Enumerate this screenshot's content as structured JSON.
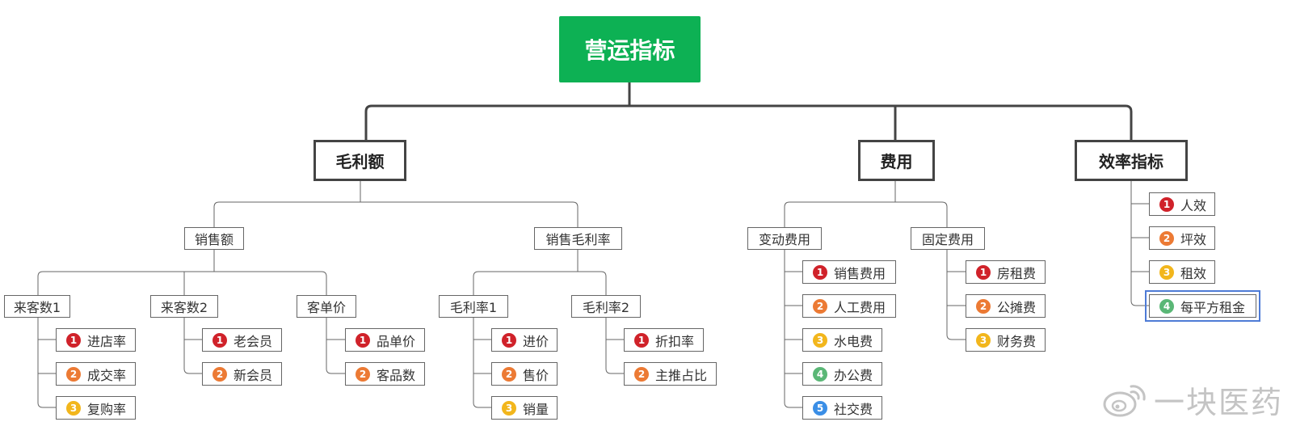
{
  "colors": {
    "root_bg": "#0db154",
    "line_main": "#444444",
    "line_sub": "#666666",
    "badge_1": "#d0222a",
    "badge_2": "#ec7a34",
    "badge_3": "#f2b61c",
    "badge_4": "#5ab776",
    "badge_5": "#3a8ee6",
    "selection": "#4e7bd6"
  },
  "root": {
    "label": "营运指标"
  },
  "branches": [
    {
      "label": "毛利额",
      "children": [
        {
          "label": "销售额",
          "children": [
            {
              "label": "来客数1",
              "items": [
                "进店率",
                "成交率",
                "复购率"
              ]
            },
            {
              "label": "来客数2",
              "items": [
                "老会员",
                "新会员"
              ]
            },
            {
              "label": "客单价",
              "items": [
                "品单价",
                "客品数"
              ]
            }
          ]
        },
        {
          "label": "销售毛利率",
          "children": [
            {
              "label": "毛利率1",
              "items": [
                "进价",
                "售价",
                "销量"
              ]
            },
            {
              "label": "毛利率2",
              "items": [
                "折扣率",
                "主推占比"
              ]
            }
          ]
        }
      ]
    },
    {
      "label": "费用",
      "children": [
        {
          "label": "变动费用",
          "items": [
            "销售费用",
            "人工费用",
            "水电费",
            "办公费",
            "社交费"
          ]
        },
        {
          "label": "固定费用",
          "items": [
            "房租费",
            "公摊费",
            "财务费"
          ]
        }
      ]
    },
    {
      "label": "效率指标",
      "items": [
        "人效",
        "坪效",
        "租效",
        "每平方租金"
      ]
    }
  ],
  "watermark": {
    "text": "一块医药",
    "icon": "weibo-icon"
  }
}
